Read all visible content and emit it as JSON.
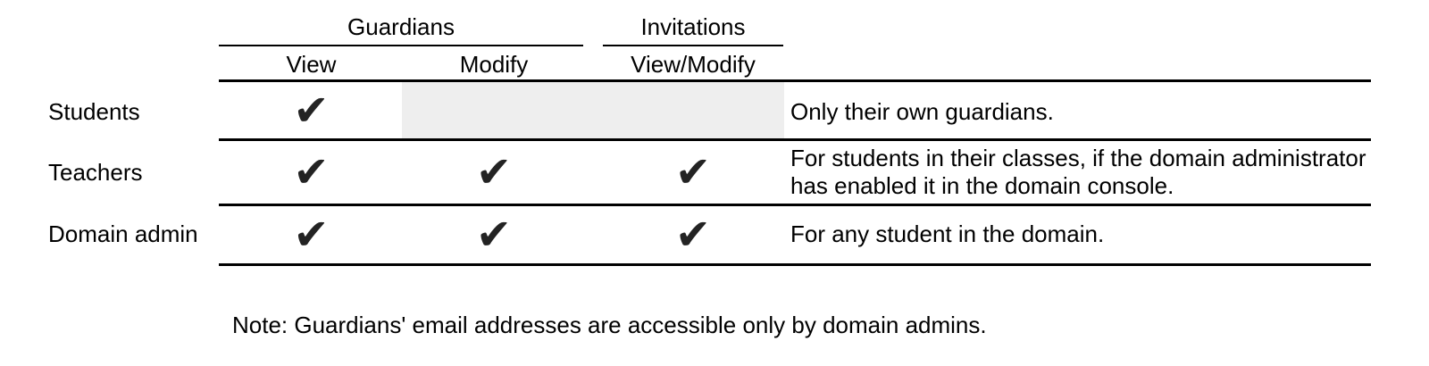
{
  "table": {
    "column_groups": [
      {
        "label": "Guardians"
      },
      {
        "label": "Invitations"
      }
    ],
    "columns": [
      {
        "label": "View"
      },
      {
        "label": "Modify"
      },
      {
        "label": "View/Modify"
      }
    ],
    "check_glyph": "✔",
    "rows": [
      {
        "label": "Students",
        "view": true,
        "modify": false,
        "view_modify": false,
        "modify_cells_disabled": true,
        "note": "Only their own guardians."
      },
      {
        "label": "Teachers",
        "view": true,
        "modify": true,
        "view_modify": true,
        "modify_cells_disabled": false,
        "note": "For students in their classes, if the domain administrator has enabled it in the domain console."
      },
      {
        "label": "Domain admin",
        "view": true,
        "modify": true,
        "view_modify": true,
        "modify_cells_disabled": false,
        "note": "For any student in the domain."
      }
    ]
  },
  "footnote": "Note: Guardians' email addresses are accessible only by domain admins.",
  "colors": {
    "text": "#000000",
    "line": "#000000",
    "check": "#232323",
    "disabled_cell": "#eeeeee",
    "background": "#ffffff"
  }
}
